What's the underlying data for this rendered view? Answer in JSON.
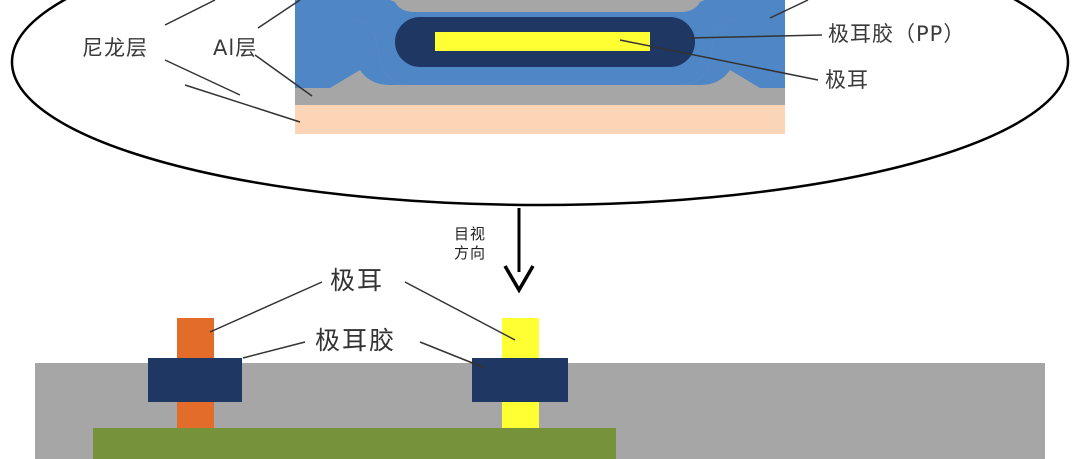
{
  "labels": {
    "nylon_layer": "尼龙层",
    "al_layer": "Al层",
    "tab_glue_pp": "极耳胶（PP）",
    "tab_top": "极耳",
    "view_direction_line1": "目视",
    "view_direction_line2": "方向",
    "tab_bottom": "极耳",
    "tab_glue_bottom": "极耳胶"
  },
  "colors": {
    "blue_layer": "#4f86c6",
    "navy_glue": "#1f3763",
    "tab_yellow": "#ffff33",
    "tab_orange": "#e46c2a",
    "gray_layer": "#a6a6a6",
    "peach_layer": "#fbd5b5",
    "green_base": "#76933c",
    "outline": "#000000"
  }
}
